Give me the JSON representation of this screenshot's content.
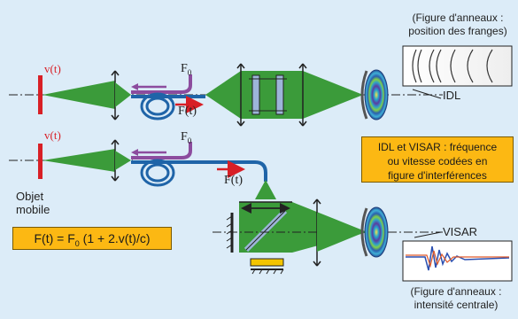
{
  "labels": {
    "v1": "v(t)",
    "v2": "v(t)",
    "f0_top": "F",
    "f0_top_sub": "0",
    "ft_top": "F(t)",
    "f0_bottom": "F",
    "f0_bottom_sub": "0",
    "ft_bottom": "F(t)",
    "objet": "Objet\nmobile",
    "idl": "IDL",
    "visar": "VISAR",
    "caption_top": "(Figure d'anneaux :\nposition des franges)",
    "caption_bottom": "(Figure d'anneaux :\nintensité centrale)",
    "info_box": "IDL et VISAR : fréquence\nou vitesse codées en\nfigure d'interférences",
    "formula_pre": "F(t) = F",
    "formula_sub": "0",
    "formula_post": " (1 + 2.v(t)/c)"
  },
  "colors": {
    "background": "#dcecf8",
    "beam_green": "#3b9b3a",
    "fiber_blue": "#1f64a8",
    "arrow_red": "#d81f26",
    "arrow_purple": "#8c4c9e",
    "box_yellow": "#fcb813"
  }
}
